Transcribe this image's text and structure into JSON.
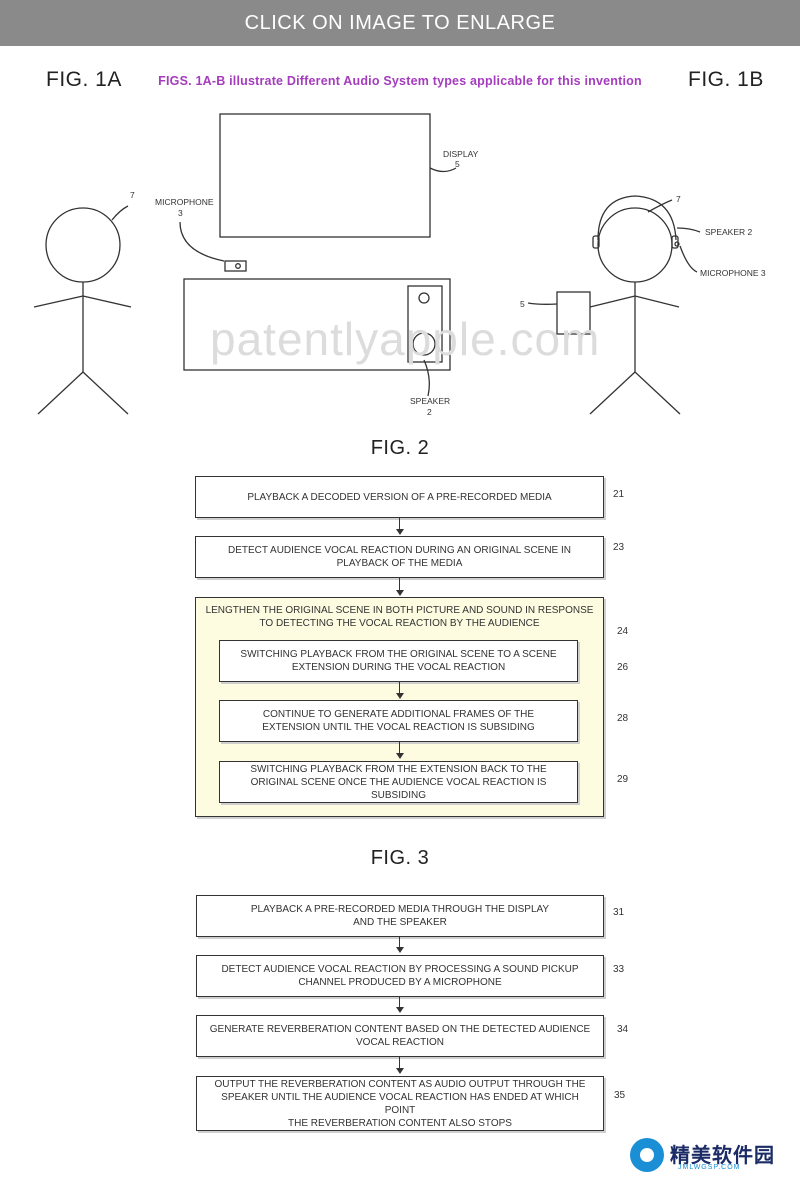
{
  "banner": "CLICK ON IMAGE TO ENLARGE",
  "fig1a": "FIG. 1A",
  "fig1b": "FIG. 1B",
  "caption": "FIGS. 1A-B illustrate Different Audio System types applicable for this invention",
  "watermark": "patentlyapple.com",
  "illustration": {
    "display_label": "DISPLAY",
    "display_num": "5",
    "mic_label": "MICROPHONE",
    "mic_num": "3",
    "speaker_label": "SPEAKER",
    "speaker_num": "2",
    "person_num_a": "7",
    "person_num_b": "7",
    "headset_speaker": "SPEAKER 2",
    "headset_mic": "MICROPHONE 3",
    "device_num": "5"
  },
  "fig2": {
    "title": "FIG. 2",
    "steps": [
      {
        "text": "PLAYBACK A DECODED VERSION OF A PRE-RECORDED MEDIA",
        "ref": "21"
      },
      {
        "text": "DETECT AUDIENCE VOCAL REACTION DURING AN ORIGINAL SCENE IN\nPLAYBACK OF THE MEDIA",
        "ref": "23"
      }
    ],
    "group": {
      "text": "LENGTHEN THE ORIGINAL SCENE IN BOTH PICTURE AND SOUND IN RESPONSE\nTO DETECTING THE VOCAL REACTION BY THE AUDIENCE",
      "ref": "24",
      "substeps": [
        {
          "text": "SWITCHING PLAYBACK FROM THE ORIGINAL SCENE TO A SCENE\nEXTENSION DURING THE VOCAL REACTION",
          "ref": "26"
        },
        {
          "text": "CONTINUE TO GENERATE ADDITIONAL FRAMES OF THE\nEXTENSION UNTIL THE VOCAL  REACTION IS SUBSIDING",
          "ref": "28"
        },
        {
          "text": "SWITCHING PLAYBACK FROM THE EXTENSION BACK TO THE\nORIGINAL SCENE ONCE  THE AUDIENCE VOCAL REACTION IS SUBSIDING",
          "ref": "29"
        }
      ]
    }
  },
  "fig3": {
    "title": "FIG. 3",
    "steps": [
      {
        "text": "PLAYBACK A PRE-RECORDED MEDIA THROUGH THE DISPLAY\nAND THE SPEAKER",
        "ref": "31"
      },
      {
        "text": "DETECT AUDIENCE VOCAL REACTION BY PROCESSING A SOUND PICKUP\nCHANNEL PRODUCED BY A MICROPHONE",
        "ref": "33"
      },
      {
        "text": "GENERATE REVERBERATION CONTENT BASED ON THE DETECTED AUDIENCE\nVOCAL REACTION",
        "ref": "34"
      },
      {
        "text": "OUTPUT THE REVERBERATION CONTENT AS AUDIO OUTPUT THROUGH THE\nSPEAKER UNTIL THE AUDIENCE VOCAL REACTION HAS ENDED AT WHICH POINT\nTHE REVERBERATION CONTENT ALSO STOPS",
        "ref": "35"
      }
    ]
  },
  "logo": {
    "name": "精美软件园",
    "url": "JMLWGSP.COM"
  }
}
